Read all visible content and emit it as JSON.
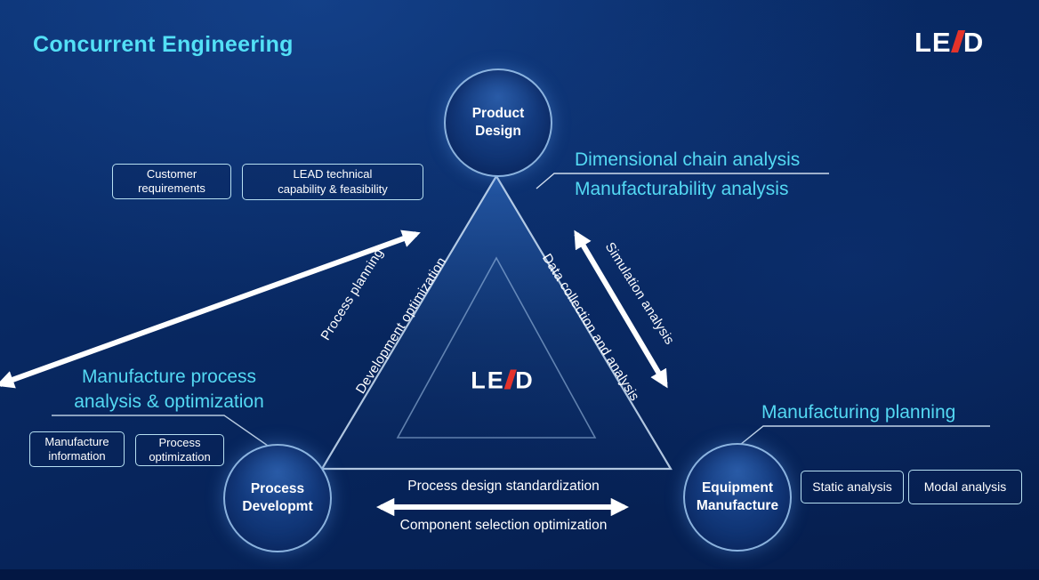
{
  "title": "Concurrent Engineering",
  "brand": {
    "le": "LE",
    "d": "D"
  },
  "center_logo": {
    "le": "LE",
    "d": "D"
  },
  "nodes": {
    "product_design": {
      "line1": "Product",
      "line2": "Design"
    },
    "process_development": {
      "line1": "Process",
      "line2": "Developmt"
    },
    "equipment_manufacture": {
      "line1": "Equipment",
      "line2": "Manufacture"
    }
  },
  "edge_labels": {
    "left_upper": "Process planning",
    "left_lower": "Development optimization",
    "right_upper": "Simulation analysis",
    "right_lower": "Data collection and analysis",
    "bottom_upper": "Process design standardization",
    "bottom_lower": "Component selection optimization"
  },
  "annotations": {
    "top_right_line1": "Dimensional chain analysis",
    "top_right_line2": "Manufacturability analysis",
    "left_line1": "Manufacture process",
    "left_line2": "analysis & optimization",
    "right": "Manufacturing planning"
  },
  "chips": {
    "customer_requirements": {
      "line1": "Customer",
      "line2": "requirements"
    },
    "lead_capability": {
      "line1": "LEAD technical",
      "line2": "capability & feasibility"
    },
    "manufacture_information": {
      "line1": "Manufacture",
      "line2": "information"
    },
    "process_optimization": {
      "line1": "Process",
      "line2": "optimization"
    },
    "static_analysis": "Static analysis",
    "modal_analysis": "Modal analysis"
  },
  "colors": {
    "accent_cyan": "#53e0f6",
    "arrow_white": "#ffffff",
    "background_deep_blue": "#07255c",
    "chip_border": "#b7e0f2",
    "logo_red": "#e5332a"
  }
}
